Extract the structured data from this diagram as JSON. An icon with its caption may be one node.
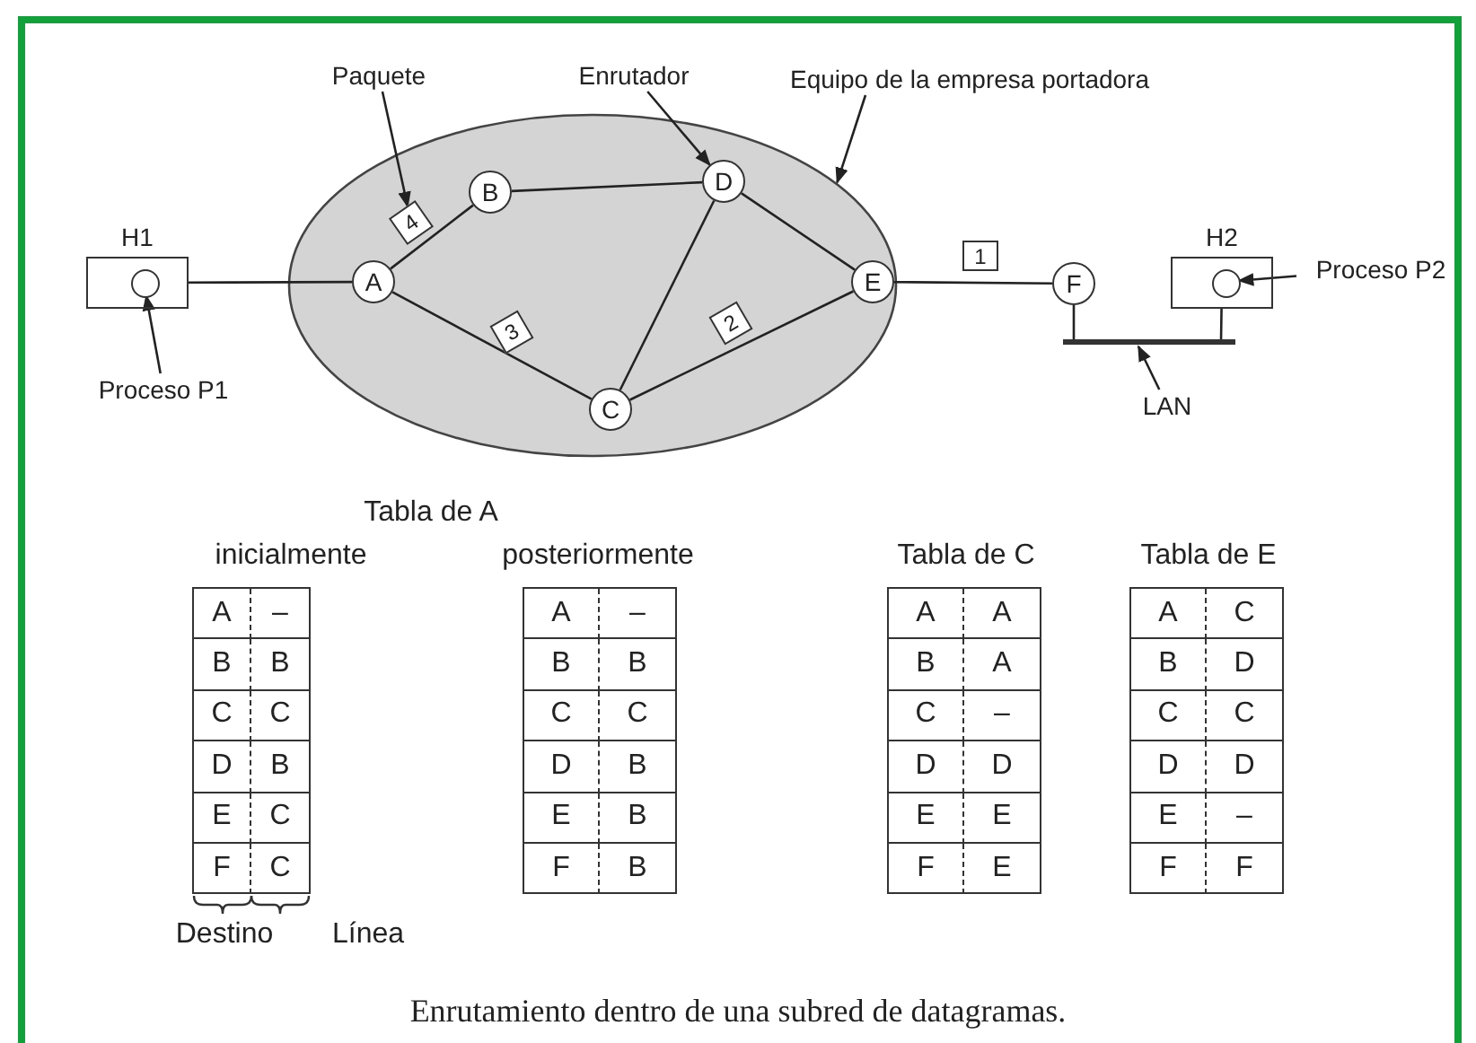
{
  "diagram": {
    "caption": "Enrutamiento dentro de una subred de datagramas.",
    "nodes": [
      {
        "text": [],
        "shape": "ellipse"
      },
      {
        "text": [
          "H1"
        ]
      },
      {
        "text": [],
        "shape": "circle",
        "in": 1
      },
      {
        "text": [
          "A"
        ],
        "in": 0
      },
      {
        "text": [
          "B"
        ],
        "in": 0
      },
      {
        "text": [
          "D"
        ],
        "in": 0
      },
      {
        "text": [
          "C"
        ],
        "in": 0
      },
      {
        "text": [
          "E"
        ],
        "in": 0
      },
      {
        "text": [
          "F"
        ]
      },
      {
        "text": [
          "H2"
        ]
      },
      {
        "text": [],
        "shape": "circle",
        "in": 9
      },
      {
        "text": [],
        "shape": "bar"
      },
      {
        "text": [
          "4"
        ],
        "in": 0
      },
      {
        "text": [
          "3"
        ],
        "in": 0
      },
      {
        "text": [
          "2"
        ],
        "in": 0
      },
      {
        "text": [
          "1"
        ]
      },
      {
        "text": [
          "Paquete"
        ]
      },
      {
        "text": [
          "Enrutador"
        ]
      },
      {
        "text": [
          "Equipo de la empresa portadora"
        ]
      },
      {
        "text": [
          "Proceso P1"
        ]
      },
      {
        "text": [
          "Proceso P2"
        ]
      },
      {
        "text": [
          "LAN"
        ]
      }
    ],
    "edges": [
      {
        "from": 1,
        "to": 3,
        "arrow": "none"
      },
      {
        "from": 3,
        "to": 4,
        "arrow": "none"
      },
      {
        "from": 4,
        "to": 5,
        "arrow": "none"
      },
      {
        "from": 3,
        "to": 6,
        "arrow": "none"
      },
      {
        "from": 5,
        "to": 6,
        "arrow": "none"
      },
      {
        "from": 5,
        "to": 7,
        "arrow": "none"
      },
      {
        "from": 6,
        "to": 7,
        "arrow": "none"
      },
      {
        "from": 7,
        "to": 8,
        "arrow": "none"
      },
      {
        "from": 8,
        "to": 11,
        "arrow": "none"
      },
      {
        "from": 9,
        "to": 11,
        "arrow": "none"
      },
      {
        "from": 16,
        "to": 12,
        "arrow": "to"
      },
      {
        "from": 17,
        "to": 5,
        "arrow": "to"
      },
      {
        "from": 18,
        "to": 0,
        "arrow": "to"
      },
      {
        "from": 19,
        "to": 2,
        "arrow": "to"
      },
      {
        "from": 20,
        "to": 10,
        "arrow": "to"
      },
      {
        "from": 21,
        "to": 11,
        "arrow": "to"
      }
    ],
    "labels": [
      "Tabla de A",
      "inicialmente",
      "posteriormente",
      "Tabla de C",
      "Tabla de E",
      "A",
      "–",
      "B",
      "B",
      "C",
      "C",
      "D",
      "B",
      "E",
      "C",
      "F",
      "C",
      "A",
      "–",
      "B",
      "B",
      "C",
      "C",
      "D",
      "B",
      "E",
      "B",
      "F",
      "B",
      "A",
      "A",
      "B",
      "A",
      "C",
      "–",
      "D",
      "D",
      "E",
      "E",
      "F",
      "E",
      "A",
      "C",
      "B",
      "D",
      "C",
      "C",
      "D",
      "D",
      "E",
      "–",
      "F",
      "F",
      "Destino",
      "Línea"
    ]
  }
}
